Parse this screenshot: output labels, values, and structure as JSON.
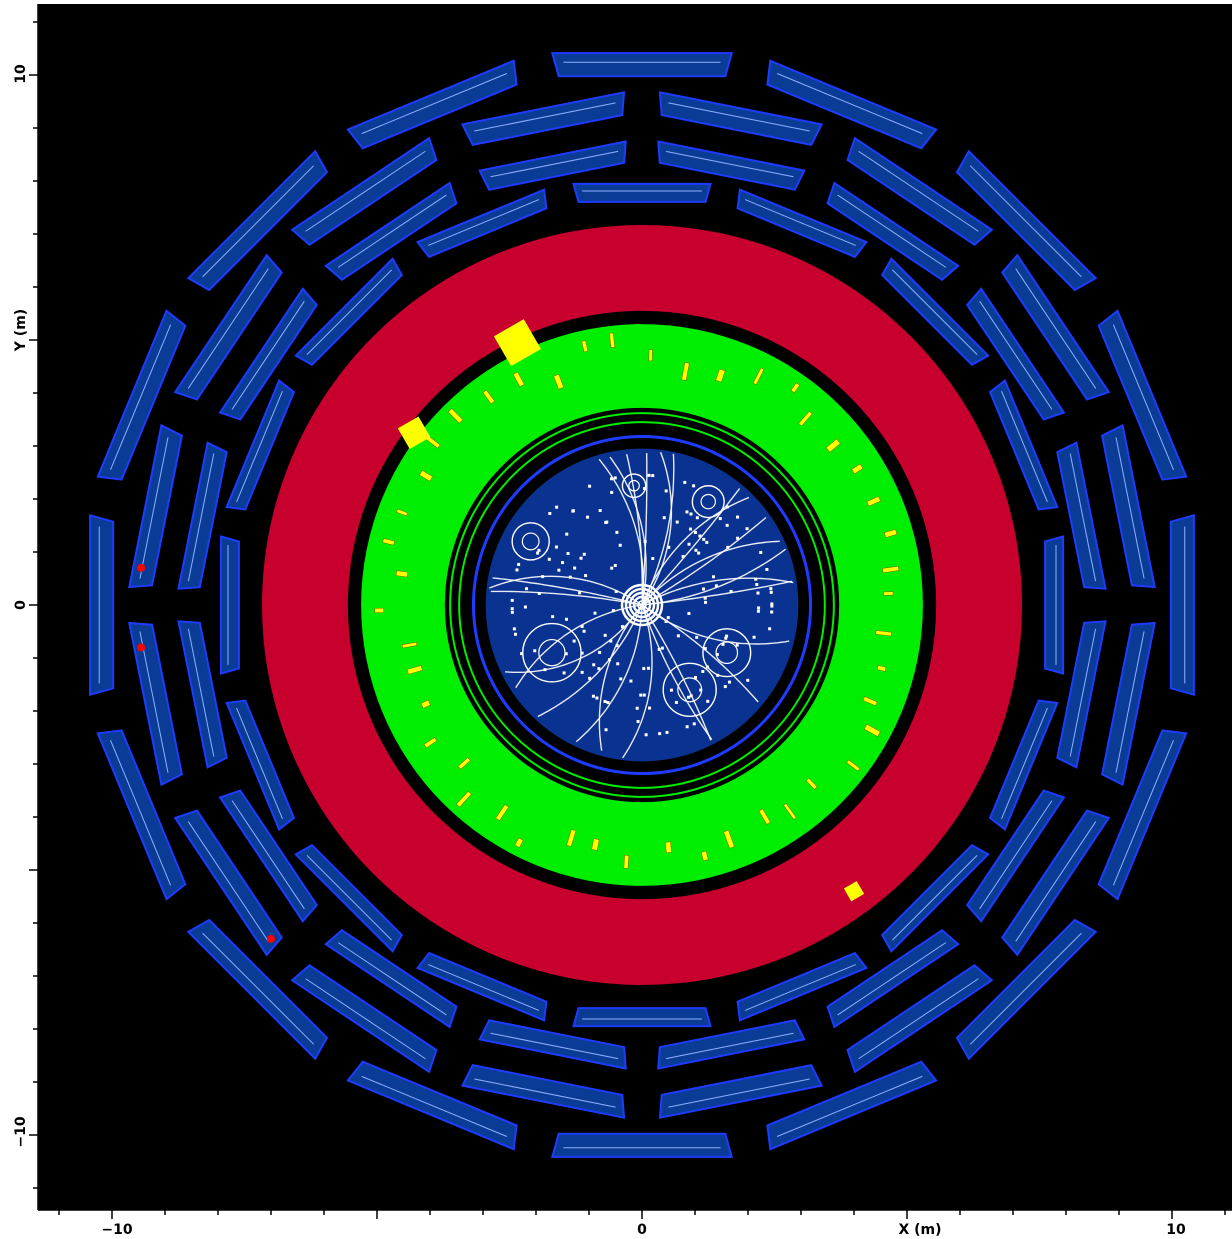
{
  "axes": {
    "x": {
      "label": "X (m)",
      "range": [
        -12,
        11
      ],
      "ticks": [
        -10,
        0,
        10
      ],
      "tick_labels": [
        "−10",
        "0",
        "10"
      ]
    },
    "y": {
      "label": "Y (m)",
      "range": [
        -11,
        11.3
      ],
      "ticks": [
        10,
        0,
        -10
      ],
      "tick_labels": [
        "10",
        "0",
        "−10"
      ]
    }
  },
  "colors": {
    "background": "#000000",
    "frame": "#ffffff",
    "inner_detector": "#0a3290",
    "em_calorimeter": "#00ee00",
    "hadronic_calorimeter": "#c8002e",
    "muon_chamber": "#0a3c96",
    "muon_chamber_edge": "#1e3cff",
    "energy_deposit": "#ffff00",
    "muon_hit": "#ff0000",
    "track": "#ffffff"
  },
  "detector": {
    "inner_detector_radius_m": 2.95,
    "em_calorimeter_radii_m": [
      4.27,
      5.3
    ],
    "hadronic_calorimeter_radii_m": [
      5.3,
      7.17
    ],
    "muon_layers": [
      {
        "radii_m": [
          10.1,
          10.55
        ],
        "sectors": 16
      },
      {
        "radii_m": [
          9.25,
          9.68
        ],
        "sectors": 16
      },
      {
        "radii_m": [
          7.7,
          8.05
        ],
        "sectors": 16
      },
      {
        "radii_m": [
          8.35,
          8.75
        ],
        "sectors": 16
      }
    ]
  },
  "event": {
    "hadronic_deposits": [
      {
        "x": -2.35,
        "y": 4.95,
        "size_m": 0.65
      },
      {
        "x": -4.3,
        "y": 3.25,
        "size_m": 0.45
      },
      {
        "x": 4.0,
        "y": -5.4,
        "size_m": 0.28
      }
    ],
    "muon_hits": [
      {
        "x": -9.45,
        "y": 0.7
      },
      {
        "x": -9.45,
        "y": -0.8
      },
      {
        "x": -7.0,
        "y": -6.3
      }
    ]
  }
}
